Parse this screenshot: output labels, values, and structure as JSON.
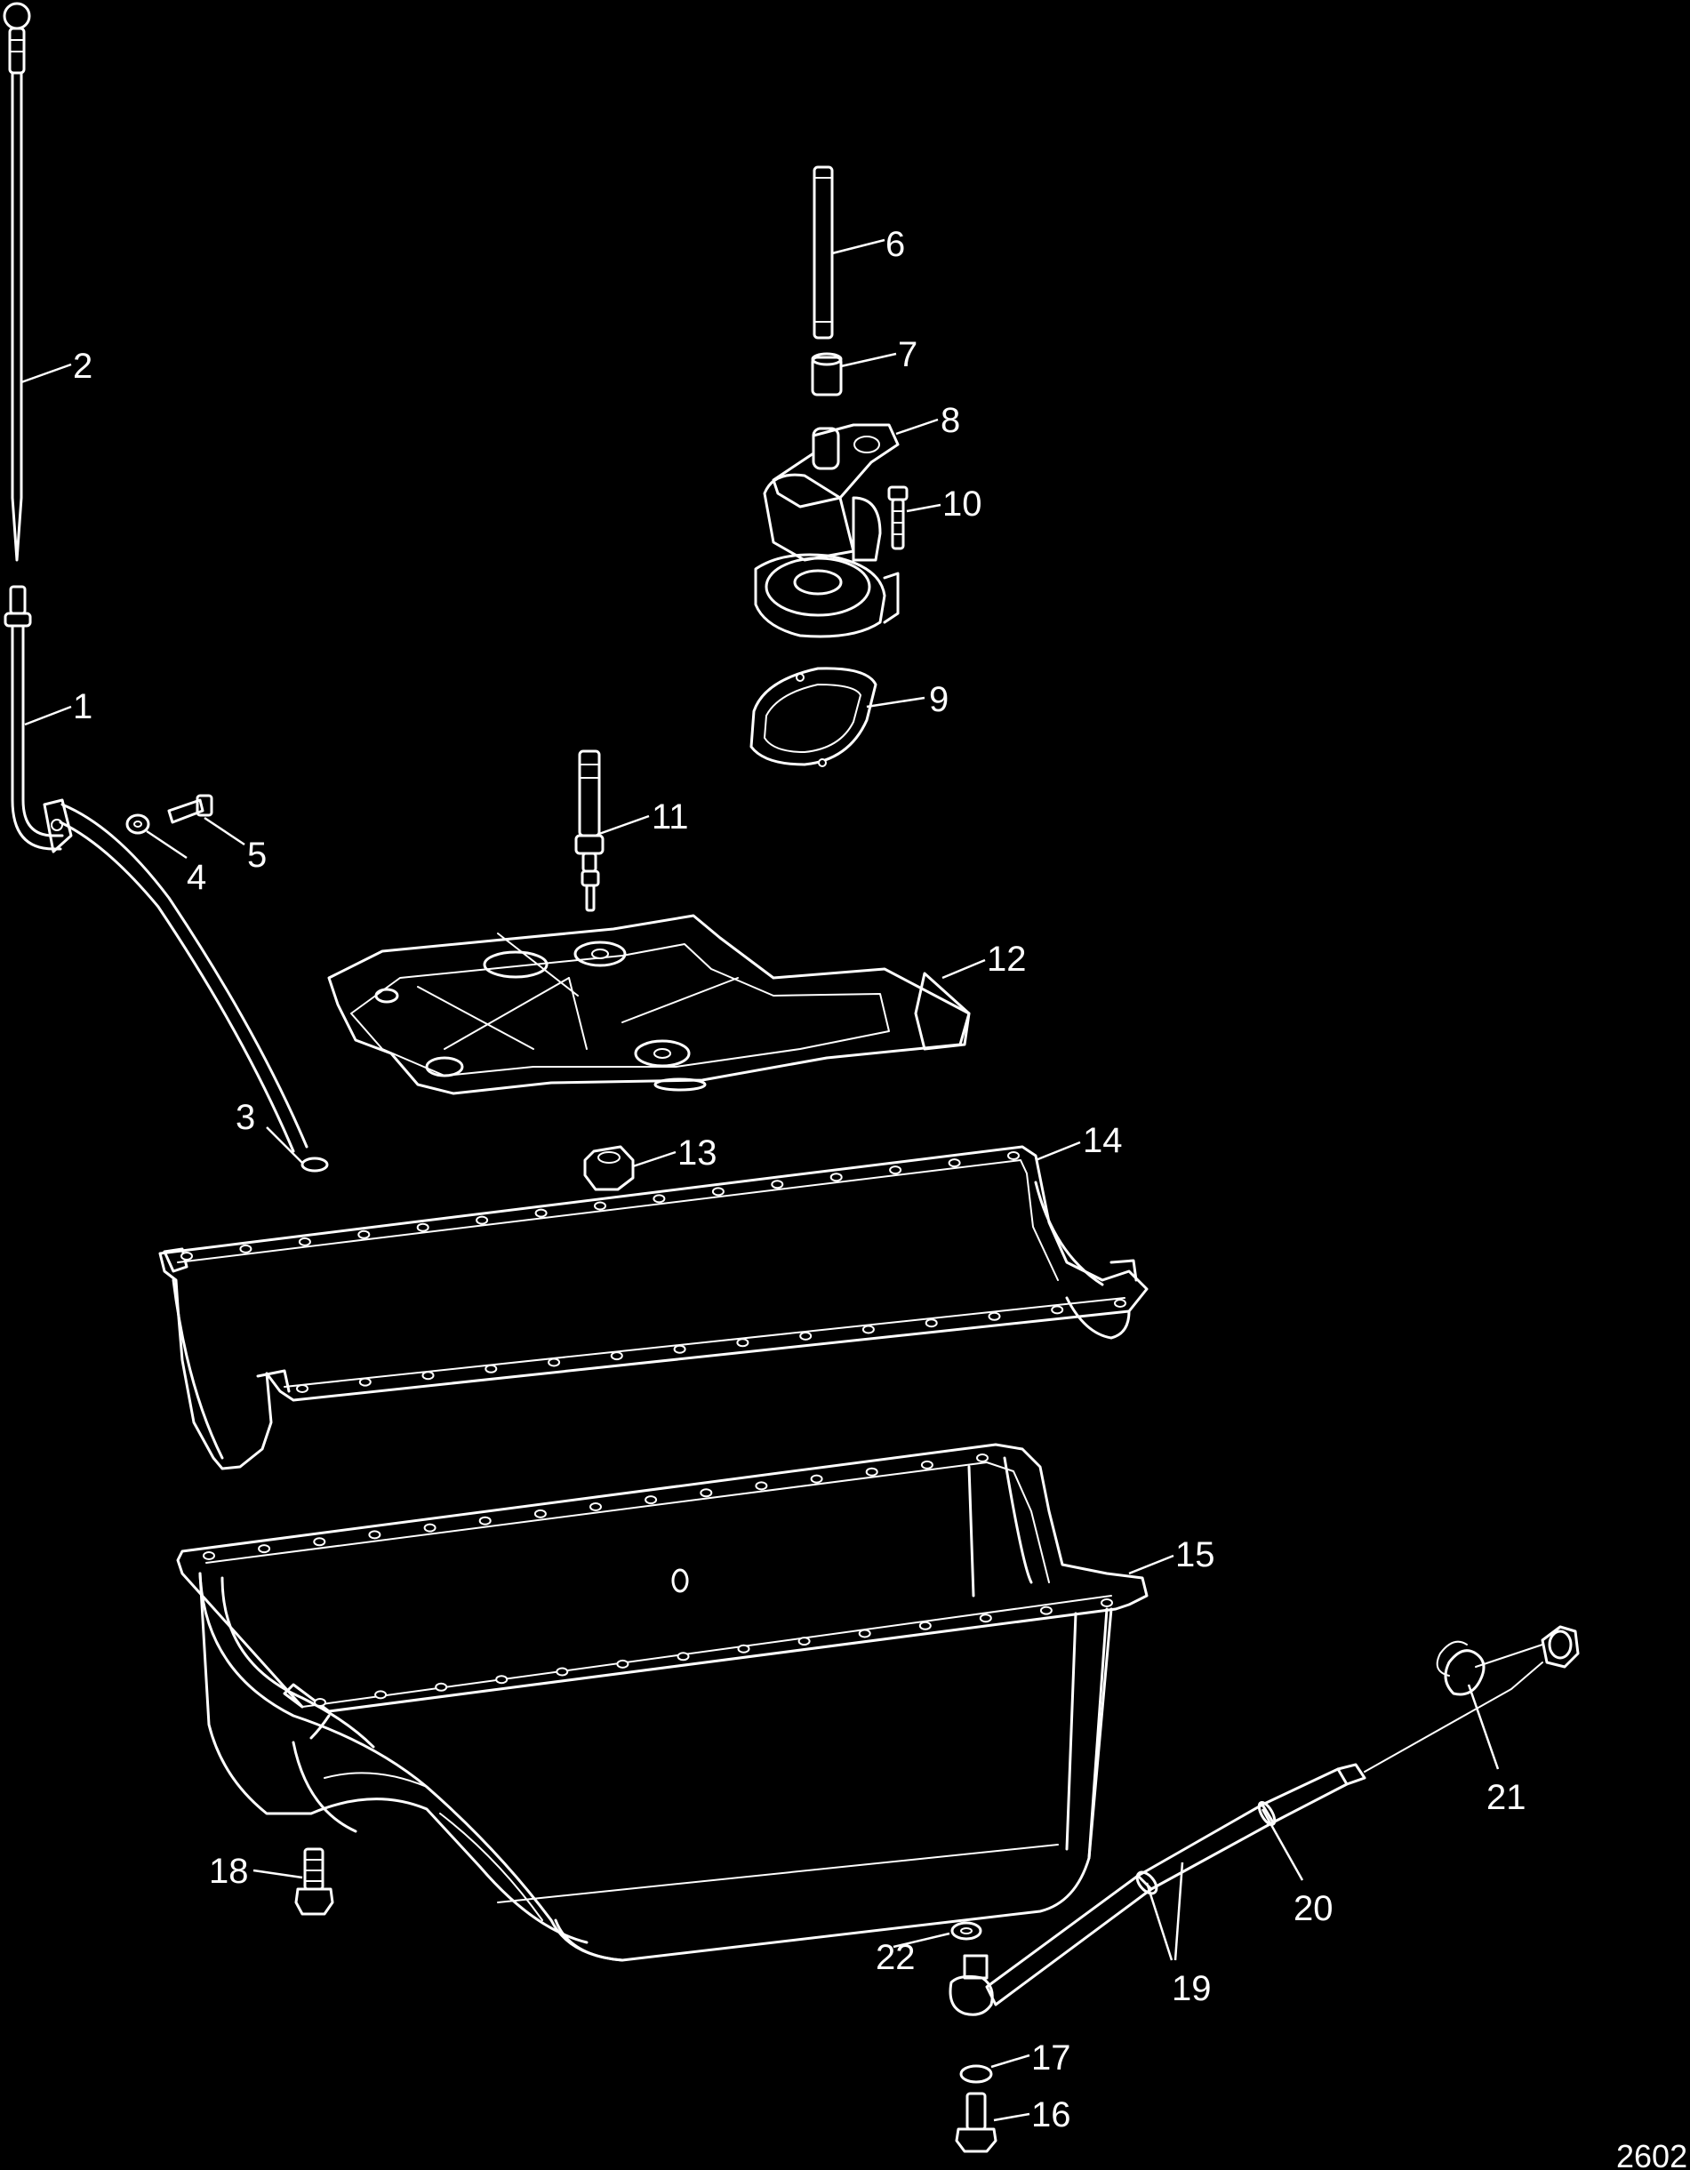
{
  "figure_number": "2602",
  "callouts": [
    {
      "label": "1"
    },
    {
      "label": "2"
    },
    {
      "label": "3"
    },
    {
      "label": "4"
    },
    {
      "label": "5"
    },
    {
      "label": "6"
    },
    {
      "label": "7"
    },
    {
      "label": "8"
    },
    {
      "label": "9"
    },
    {
      "label": "10"
    },
    {
      "label": "11"
    },
    {
      "label": "12"
    },
    {
      "label": "13"
    },
    {
      "label": "14"
    },
    {
      "label": "15"
    },
    {
      "label": "16"
    },
    {
      "label": "17"
    },
    {
      "label": "18"
    },
    {
      "label": "19"
    },
    {
      "label": "20"
    },
    {
      "label": "21"
    },
    {
      "label": "22"
    }
  ],
  "colors": {
    "background": "#000000",
    "line": "#ffffff"
  }
}
